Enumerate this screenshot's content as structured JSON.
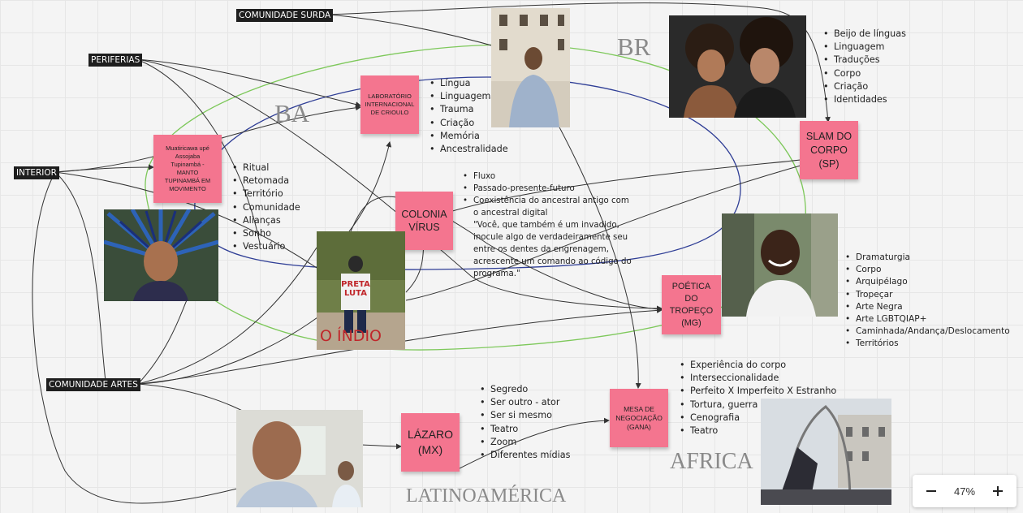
{
  "tags": {
    "comunidade_surda": "COMUNIDADE SURDA",
    "periferias": "PERIFERIAS",
    "interior": "INTERIOR",
    "comunidade_artes": "COMUNIDADE ARTES"
  },
  "regions": {
    "ba": "BA",
    "br": "BR",
    "africa": "AFRICA",
    "latinoamerica": "LATINOAMÉRICA"
  },
  "stickies": {
    "laboratorio": "LABORATÓRIO\nINTERNACIONAL\nDE CRIOULO",
    "muatiricawa": "Muatiricawa upé\nAssojaba\nTupinambá -\nMANTO\nTUPINAMBÁ EM\nMOVIMENTO",
    "colonia": "COLONIA\nVÍRUS",
    "slam": "SLAM DO\nCORPO\n(SP)",
    "poetica": "POÉTICA\nDO\nTROPEÇO\n(MG)",
    "mesa": "MESA DE\nNEGOCIAÇÃO\n(GANA)",
    "lazaro": "LÁZARO\n(MX)"
  },
  "lists": {
    "laboratorio": [
      "Língua",
      "Linguagem",
      "Trauma",
      "Criação",
      "Memória",
      "Ancestralidade"
    ],
    "muatiricawa": [
      "Ritual",
      "Retomada",
      "Território",
      "Comunidade",
      "Alianças",
      "Sonho",
      "Vestuário"
    ],
    "colonia": [
      "Fluxo",
      "Passado-presente-futuro",
      "Coexistência do ancestral antigo com o ancestral digital"
    ],
    "colonia_quote": "\"Você, que também é um invadido,\ninocule algo de verdadeiramente seu\nentre os dentes da engrenagem,\nacrescente um comando ao código do\nprograma.\"",
    "slam": [
      "Beijo de línguas",
      "Linguagem",
      "Traduções",
      "Corpo",
      "Criação",
      "Identidades"
    ],
    "poetica": [
      "Dramaturgia",
      "Corpo",
      "Arquipélago",
      "Tropeçar",
      "Arte Negra",
      "Arte LGBTQIAP+",
      "Caminhada/Andança/Deslocamento",
      "Territórios"
    ],
    "mesa": [
      "Experiência do corpo",
      "Interseccionalidade",
      "Perfeito X Imperfeito X Estranho",
      "Tortura, guerra",
      "Cenografia",
      "Teatro"
    ],
    "lazaro": [
      "Segredo",
      "Ser outro - ator",
      "Ser si mesmo",
      "Teatro",
      "Zoom",
      "Diferentes mídias"
    ]
  },
  "photos": {
    "protest_sign": "PRETA\nLUTA",
    "protest_wall": "O ÍNDIO"
  },
  "zoom": {
    "level": "47%",
    "minus_icon": "minus-icon",
    "plus_icon": "plus-icon"
  },
  "colors": {
    "sticky": "#f4758f",
    "tag": "#1e1e1e",
    "green_loop": "#7dc85a",
    "blue_loop": "#2f3e96"
  }
}
